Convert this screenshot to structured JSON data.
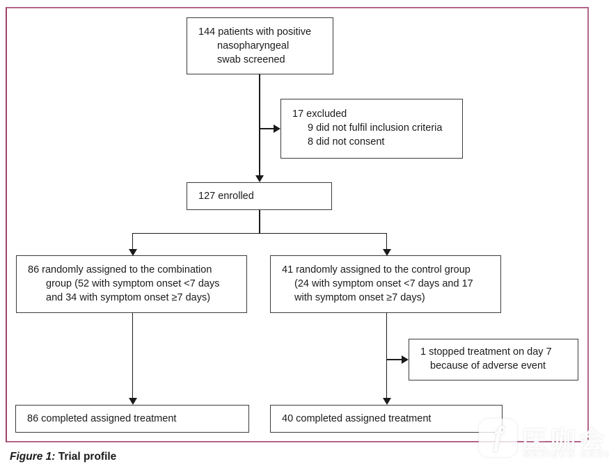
{
  "figure": {
    "caption_label": "Figure 1:",
    "caption_title": " Trial profile"
  },
  "boxes": {
    "screened": {
      "lines": [
        "144 patients with positive",
        "nasopharyngeal",
        "swab screened"
      ]
    },
    "excluded": {
      "lines": [
        "17 excluded",
        "9 did not fulfil inclusion criteria",
        "8 did not consent"
      ]
    },
    "enrolled": {
      "lines": [
        "127 enrolled"
      ]
    },
    "combination_group": {
      "lines": [
        "86 randomly assigned to the combination",
        "group (52 with symptom onset <7 days",
        "and 34 with symptom onset ≥7 days)"
      ]
    },
    "control_group": {
      "lines": [
        "41 randomly assigned to the control group",
        "(24 with symptom onset <7 days and 17",
        "with symptom onset ≥7 days)"
      ]
    },
    "stopped_treatment": {
      "lines": [
        "1 stopped treatment on day 7",
        "because of adverse event"
      ]
    },
    "combination_completed": {
      "lines": [
        "86 completed assigned treatment"
      ]
    },
    "control_completed": {
      "lines": [
        "40 completed assigned treatment"
      ]
    }
  },
  "watermark": {
    "logo_glyph": "ƒ",
    "cjk_text": "医咖会",
    "latin_text": "MEDIECO GROUP"
  },
  "colors": {
    "frame_border": "#b2628c",
    "box_border": "#3a3a3a",
    "text": "#1a1a1a",
    "connector": "#1a1a1a",
    "watermark": "#ffffff"
  }
}
